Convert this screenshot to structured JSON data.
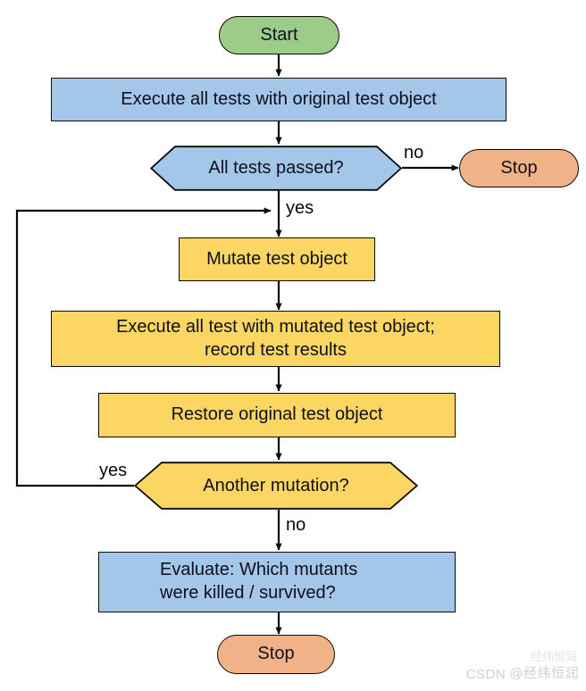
{
  "diagram": {
    "title": "Mutation testing process flowchart",
    "colors": {
      "start_fill": "#9ccc87",
      "process_blue_fill": "#a4c6e8",
      "process_yellow_fill": "#fbd663",
      "stop_fill": "#f2b288",
      "stroke": "#0a0a0a",
      "text": "#0f0f1e",
      "background": "#ffffff"
    },
    "nodes": {
      "start": "Start",
      "execute_original": "Execute all tests with original test object",
      "all_tests_passed": "All tests passed?",
      "stop_top": "Stop",
      "mutate": "Mutate test object",
      "execute_mutated": "Execute all test with mutated test object;\nrecord test results",
      "restore": "Restore original test object",
      "another_mutation": "Another mutation?",
      "evaluate": "Evaluate: Which mutants\nwere killed / survived?",
      "stop_bottom": "Stop"
    },
    "edge_labels": {
      "passed_no": "no",
      "passed_yes": "yes",
      "mutation_yes": "yes",
      "mutation_no": "no"
    }
  },
  "watermark": {
    "prefix": "CSDN",
    "handle": "@经纬恒润",
    "logo_text": "经纬恒润"
  }
}
